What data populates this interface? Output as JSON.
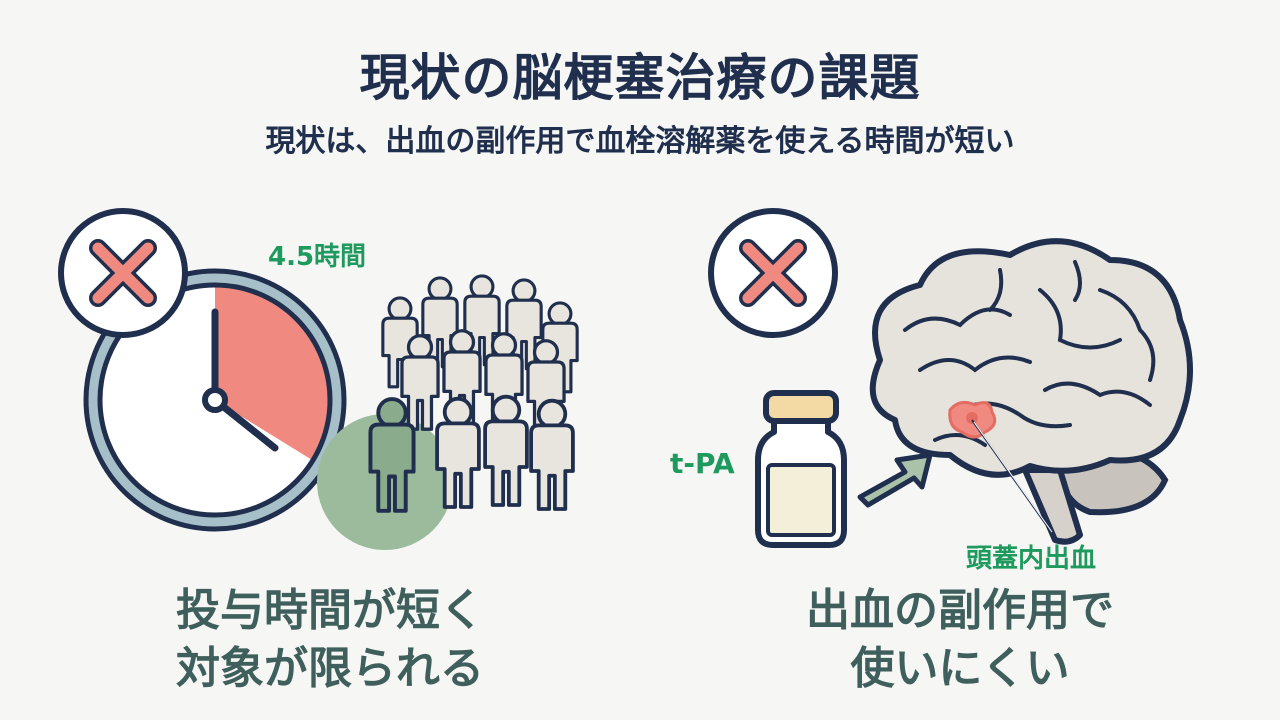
{
  "header": {
    "title": "現状の脳梗塞治療の課題",
    "subtitle": "現状は、出血の副作用で血栓溶解薬を使える時間が短い"
  },
  "left_panel": {
    "time_label": "4.5時間",
    "caption_line1": "投与時間が短く",
    "caption_line2": "対象が限られる"
  },
  "right_panel": {
    "drug_label": "t-PA",
    "hemorrhage_label": "頭蓋内出血",
    "caption_line1": "出血の副作用で",
    "caption_line2": "使いにくい"
  },
  "colors": {
    "navy": "#1f2f4d",
    "accent_red": "#f08a80",
    "accent_green": "#1e9a5e",
    "caption_text": "#3f5f5c",
    "patient_green": "#8aab8c"
  }
}
